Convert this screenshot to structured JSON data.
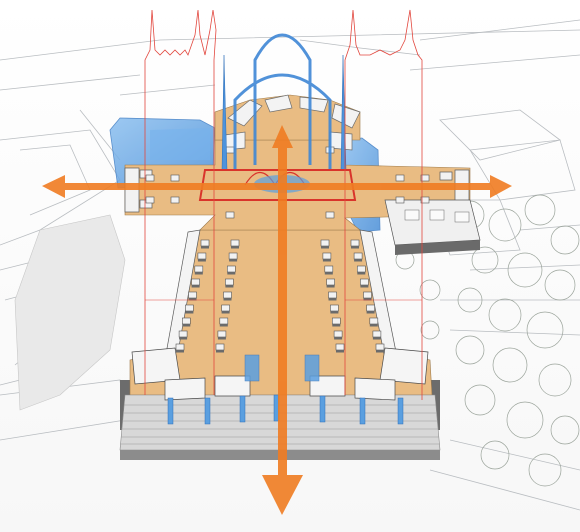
{
  "image": {
    "kind": "architectural-axonometric-diagram",
    "description_visible_text": "",
    "colors": {
      "background": "#ffffff",
      "context_lines": "#b8bcc0",
      "floor_fill": "#e8bb80",
      "pillar_fill": "#f2f2f2",
      "pillar_shadow": "#6b6b6b",
      "axis_arrow": "#f07c22",
      "spire_outline": "#d9342b",
      "crossing_frame": "#d9342b",
      "blue_volume": "#5a9fe0",
      "blue_arch": "#3f87d6",
      "vegetation": "#9aa39a",
      "steps": "#8a8a8a"
    },
    "elements": [
      "context-site-plan",
      "tree-canopy",
      "cathedral-floor-plan",
      "nave-pillars",
      "apse-chapels",
      "transept-arms",
      "entrance-steps",
      "blue-side-volumes",
      "blue-arches",
      "red-spire-outlines",
      "crossing-highlight",
      "longitudinal-axis-arrow",
      "transverse-axis-arrow"
    ]
  }
}
